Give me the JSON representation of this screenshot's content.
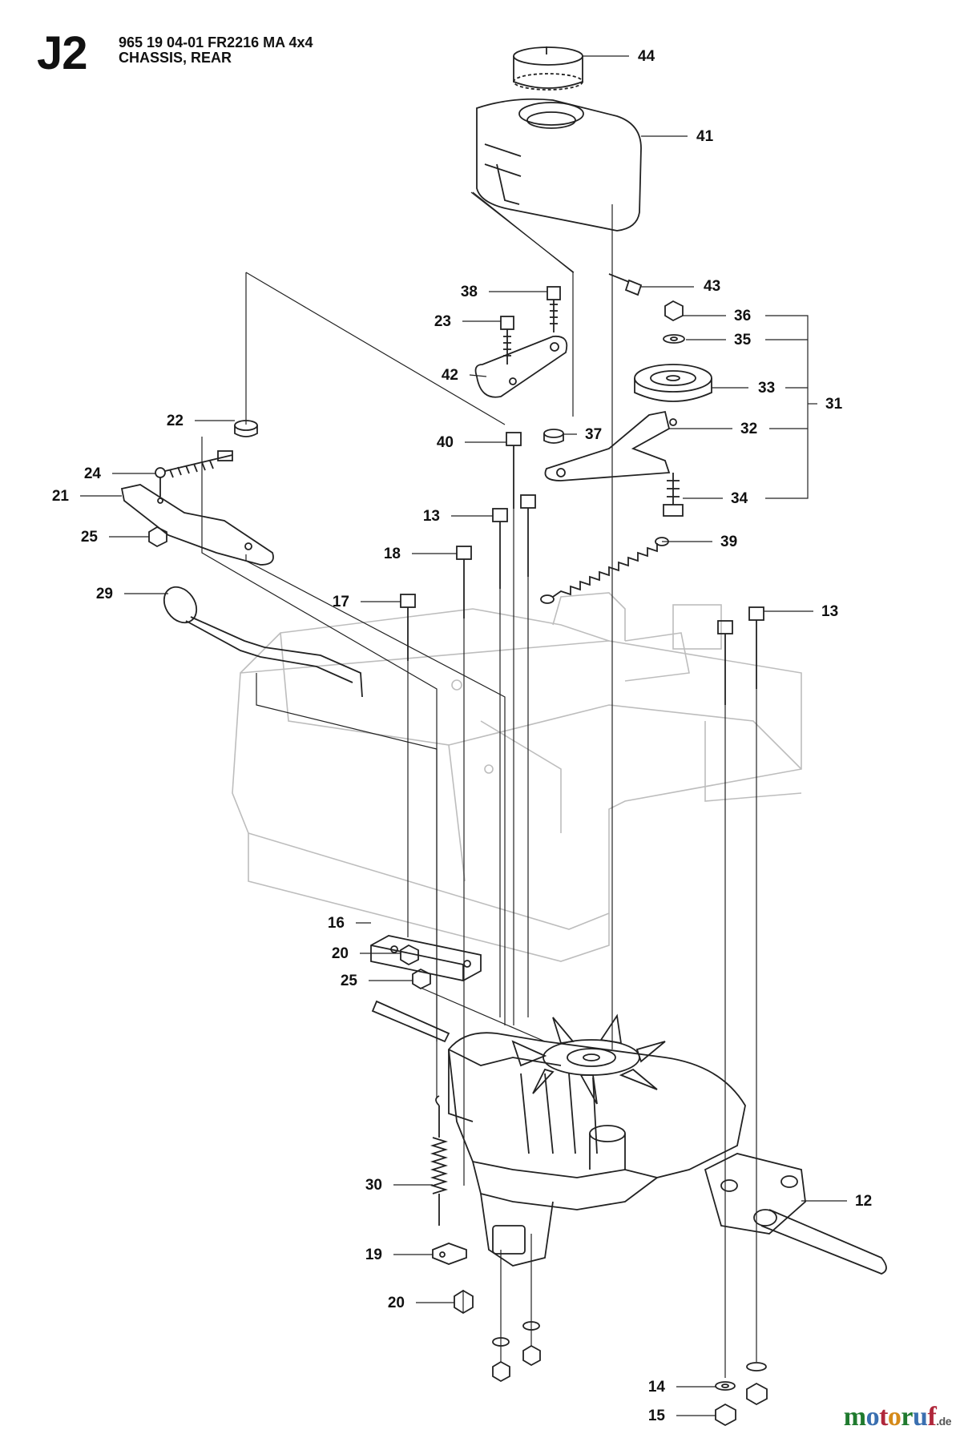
{
  "header": {
    "sheet_code": "J2",
    "model_line": "965 19 04-01 FR2216 MA 4x4",
    "section_title": "CHASSIS, REAR"
  },
  "watermark": {
    "brand": "motoruf",
    "tld": ".de"
  },
  "colors": {
    "line": "#222222",
    "ghost": "#bdbdbd",
    "text": "#111111"
  },
  "callouts": [
    {
      "id": "c44",
      "label": "44"
    },
    {
      "id": "c41",
      "label": "41"
    },
    {
      "id": "c43",
      "label": "43"
    },
    {
      "id": "c38",
      "label": "38"
    },
    {
      "id": "c23",
      "label": "23"
    },
    {
      "id": "c36",
      "label": "36"
    },
    {
      "id": "c35",
      "label": "35"
    },
    {
      "id": "c42",
      "label": "42"
    },
    {
      "id": "c33",
      "label": "33"
    },
    {
      "id": "c31",
      "label": "31"
    },
    {
      "id": "c22",
      "label": "22"
    },
    {
      "id": "c37",
      "label": "37"
    },
    {
      "id": "c32",
      "label": "32"
    },
    {
      "id": "c40",
      "label": "40"
    },
    {
      "id": "c24",
      "label": "24"
    },
    {
      "id": "c21",
      "label": "21"
    },
    {
      "id": "c34",
      "label": "34"
    },
    {
      "id": "c13a",
      "label": "13"
    },
    {
      "id": "c25a",
      "label": "25"
    },
    {
      "id": "c39",
      "label": "39"
    },
    {
      "id": "c18",
      "label": "18"
    },
    {
      "id": "c29",
      "label": "29"
    },
    {
      "id": "c17",
      "label": "17"
    },
    {
      "id": "c13b",
      "label": "13"
    },
    {
      "id": "c16",
      "label": "16"
    },
    {
      "id": "c20a",
      "label": "20"
    },
    {
      "id": "c25b",
      "label": "25"
    },
    {
      "id": "c30",
      "label": "30"
    },
    {
      "id": "c12",
      "label": "12"
    },
    {
      "id": "c19",
      "label": "19"
    },
    {
      "id": "c20b",
      "label": "20"
    },
    {
      "id": "c14",
      "label": "14"
    },
    {
      "id": "c15",
      "label": "15"
    }
  ]
}
